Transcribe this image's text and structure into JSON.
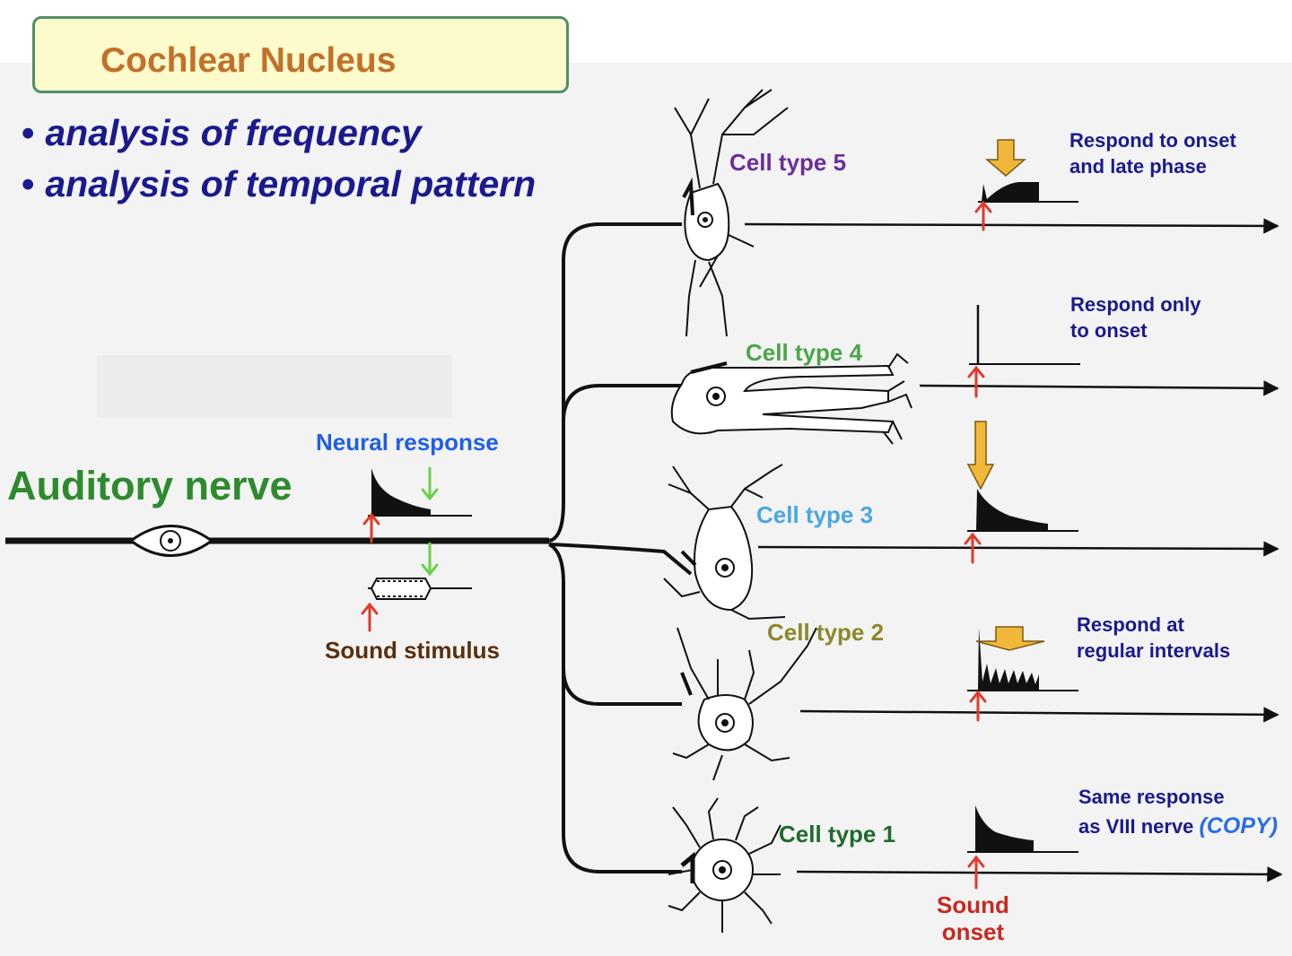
{
  "title": "Cochlear Nucleus",
  "bullets": [
    "analysis of frequency",
    "analysis of temporal pattern"
  ],
  "auditory_nerve_label": "Auditory nerve",
  "neural_response_label": "Neural response",
  "sound_stimulus_label": "Sound stimulus",
  "cells": [
    {
      "label": "Cell type 5",
      "description": [
        "Respond to onset",
        "and late phase"
      ]
    },
    {
      "label": "Cell type 4",
      "description": [
        "Respond only",
        "to onset"
      ]
    },
    {
      "label": "Cell type 3",
      "description": []
    },
    {
      "label": "Cell type 2",
      "description": [
        "Respond at",
        "regular intervals"
      ]
    },
    {
      "label": "Cell type 1",
      "description": [
        "Same response",
        "as VIII nerve"
      ],
      "note": "(COPY)"
    }
  ],
  "sound_onset_label": [
    "Sound",
    "onset"
  ],
  "colors": {
    "title_text": "#c2702a",
    "title_box_fill": "#fdfacb",
    "title_box_border": "#4f8f68",
    "bullet_text": "#1a1a8e",
    "auditory_nerve": "#2e8a2e",
    "neural_response": "#1f5ee8",
    "sound_stimulus": "#5a2f0c",
    "cell_type_5": "#6a2e9a",
    "cell_type_4": "#4aa64a",
    "cell_type_3": "#4ba7e0",
    "cell_type_2": "#8c8a2a",
    "cell_type_1": "#1f6b2c",
    "description": "#1a1a8e",
    "copy_note": "#2a6ee8",
    "onset_arrow": "#e03a2a",
    "stimulus_arrow": "#6ad048",
    "emphasis_arrow": "#f0b73a"
  }
}
